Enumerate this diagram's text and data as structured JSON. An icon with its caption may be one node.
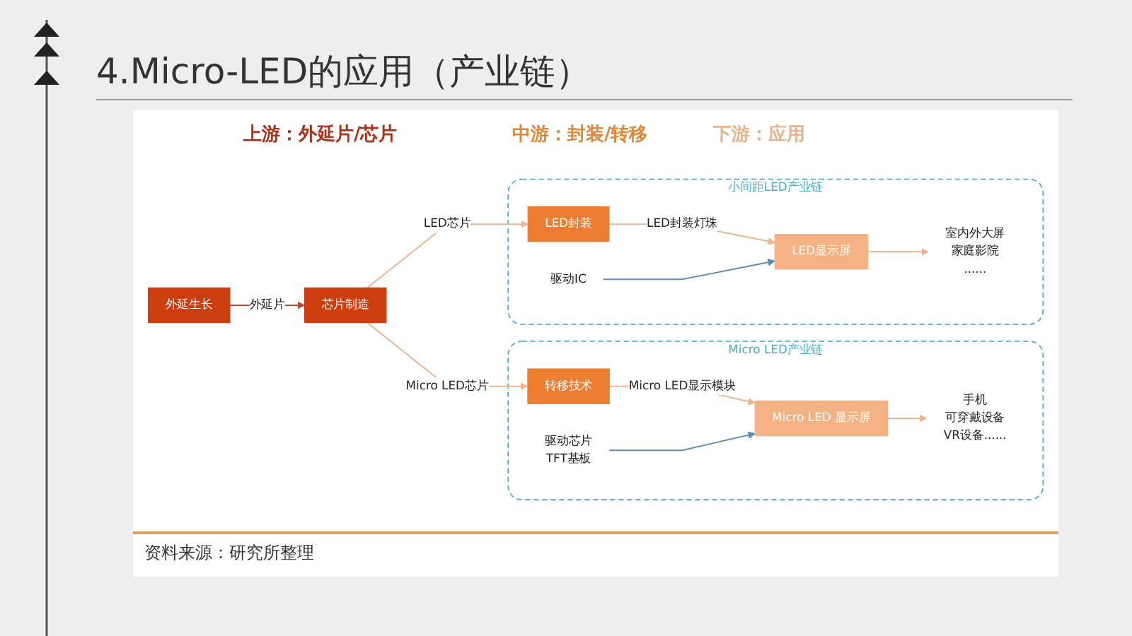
{
  "diagram": {
    "title": "4.Micro-LED的应用（产业链）",
    "caption": "资料来源：研究所整理",
    "nodes": [
      {
        "text": [
          "小间距LED产业链"
        ]
      },
      {
        "text": [
          "Micro LED产业链"
        ]
      },
      {
        "text": [
          "外延生长"
        ]
      },
      {
        "text": [
          "芯片制造"
        ]
      },
      {
        "text": [
          "LED封装"
        ],
        "in": 0
      },
      {
        "text": [
          "LED显示屏"
        ],
        "in": 0
      },
      {
        "text": [
          "室内外大屏",
          "家庭影院",
          "......"
        ],
        "in": 0
      },
      {
        "text": [
          "驱动IC"
        ],
        "in": 0
      },
      {
        "text": [
          "转移技术"
        ],
        "in": 1
      },
      {
        "text": [
          "Micro LED 显示屏"
        ],
        "in": 1
      },
      {
        "text": [
          "手机",
          "可穿戴设备",
          "VR设备......"
        ],
        "in": 1
      },
      {
        "text": [
          "驱动芯片",
          "TFT基板"
        ],
        "in": 1
      }
    ],
    "edges": [
      {
        "from": 2,
        "to": 3,
        "arrow": "to",
        "label": "外延片",
        "color": "#b5472a"
      },
      {
        "from": 3,
        "to": 4,
        "arrow": "to",
        "label": "LED芯片"
      },
      {
        "from": 4,
        "to": 5,
        "arrow": "to",
        "label": "LED封装灯珠"
      },
      {
        "from": 5,
        "to": 6,
        "arrow": "to"
      },
      {
        "from": 7,
        "to": 5,
        "arrow": "to",
        "color": "#5b8db8"
      },
      {
        "from": 3,
        "to": 8,
        "arrow": "to",
        "label": "Micro LED芯片"
      },
      {
        "from": 8,
        "to": 9,
        "arrow": "to",
        "label": "Micro LED显示模块"
      },
      {
        "from": 9,
        "to": 10,
        "arrow": "to"
      },
      {
        "from": 11,
        "to": 9,
        "arrow": "to",
        "color": "#5b8db8"
      }
    ],
    "labels": [
      "上游：外延片/芯片",
      "中游：封装/转移",
      "下游：应用"
    ]
  }
}
